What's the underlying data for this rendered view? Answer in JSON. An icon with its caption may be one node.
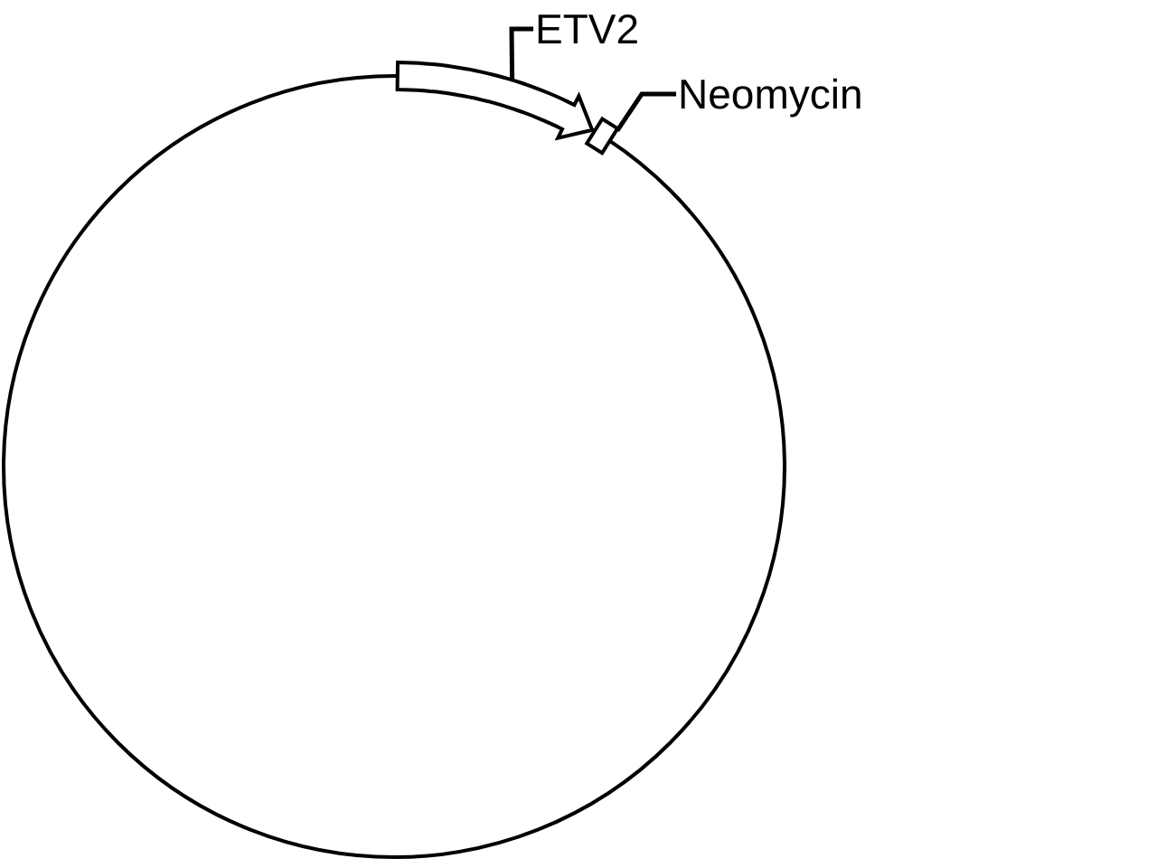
{
  "diagram": {
    "nodes": [
      {
        "text": [
          "ETV2"
        ]
      },
      {
        "text": [],
        "shape": "arrow"
      },
      {
        "text": [
          "Neomycin"
        ]
      },
      {
        "text": [],
        "shape": "box"
      },
      {
        "text": [],
        "shape": "circle"
      }
    ],
    "edges": [
      {
        "from": 0,
        "to": 1,
        "arrow": "none"
      },
      {
        "from": 2,
        "to": 3,
        "arrow": "none"
      }
    ]
  }
}
